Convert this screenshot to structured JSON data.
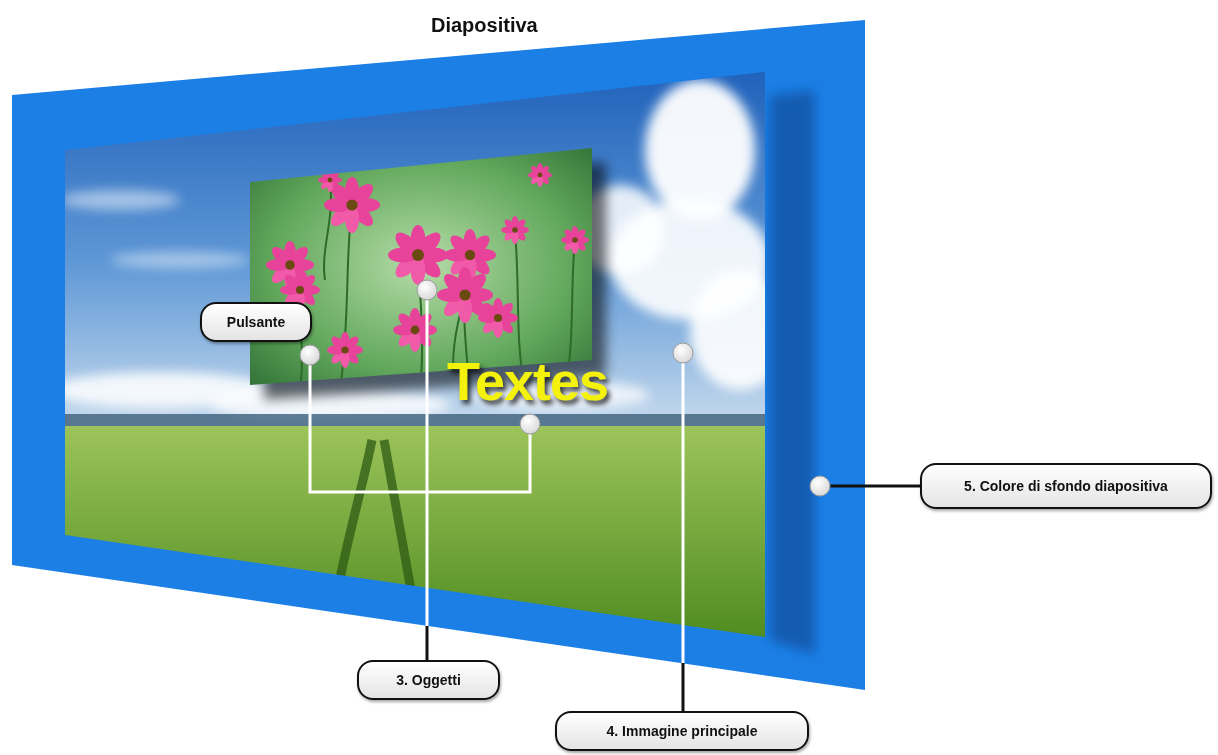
{
  "diagram": {
    "title": "Diapositiva",
    "nodes": [
      {
        "text": [
          "Pulsante"
        ]
      },
      {
        "text": [
          "5. Colore di sfondo diapositiva"
        ]
      },
      {
        "text": [
          "3. Oggetti"
        ]
      },
      {
        "text": [
          "4. Immagine principale"
        ]
      }
    ],
    "labels": [
      "Textes"
    ]
  }
}
